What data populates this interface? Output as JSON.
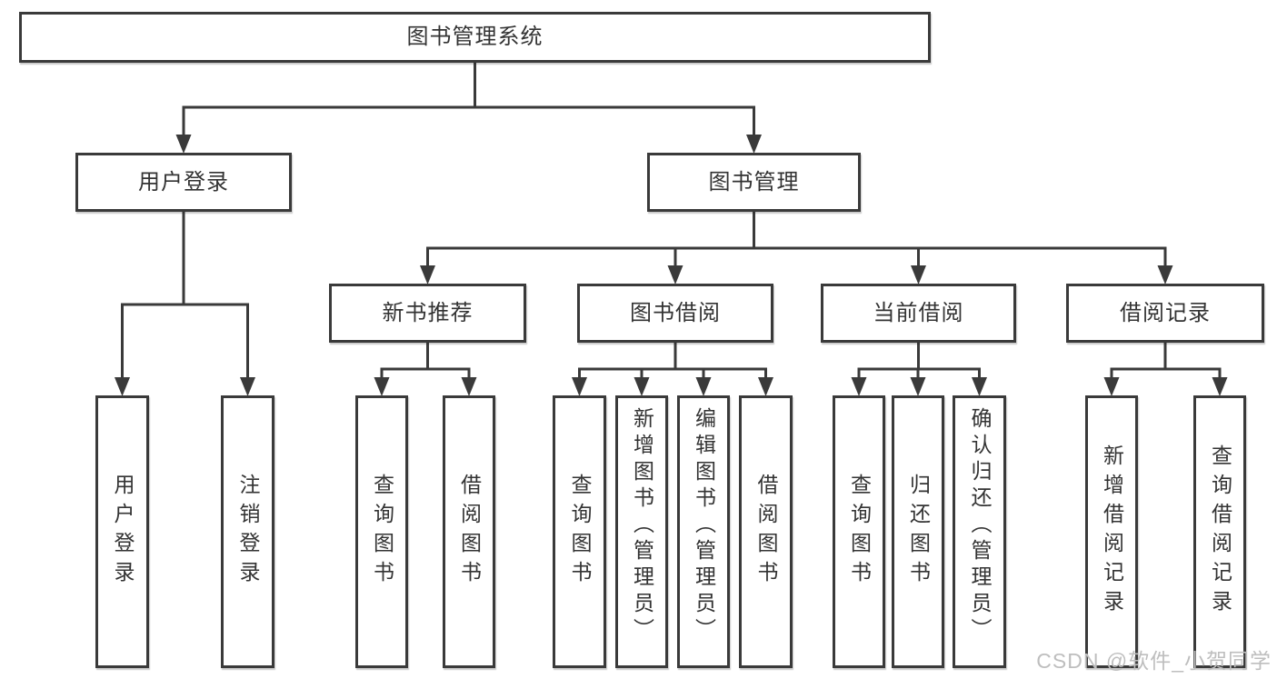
{
  "watermark": "CSDN @软件_小贺同学",
  "colors": {
    "line": "#3a3a3a",
    "box_border": "#3a3a3a",
    "box_fill": "#ffffff",
    "text": "#333333",
    "watermark": "#bebebe"
  },
  "diagram": {
    "type": "hierarchy-tree",
    "title": "图书管理系统",
    "nodes": [
      {
        "id": "root",
        "label": "图书管理系统"
      },
      {
        "id": "user-login",
        "label": "用户登录"
      },
      {
        "id": "book-mgmt",
        "label": "图书管理"
      },
      {
        "id": "new-book-rec",
        "label": "新书推荐"
      },
      {
        "id": "book-borrow",
        "label": "图书借阅"
      },
      {
        "id": "current-borrow",
        "label": "当前借阅"
      },
      {
        "id": "borrow-records",
        "label": "借阅记录"
      },
      {
        "id": "leaf-user-login",
        "label": "用户登录"
      },
      {
        "id": "leaf-logout",
        "label": "注销登录"
      },
      {
        "id": "leaf-query-book-1",
        "label": "查询图书"
      },
      {
        "id": "leaf-borrow-book-1",
        "label": "借阅图书"
      },
      {
        "id": "leaf-query-book-2",
        "label": "查询图书"
      },
      {
        "id": "leaf-add-book",
        "label": "新增图书（管理员）"
      },
      {
        "id": "leaf-edit-book",
        "label": "编辑图书（管理员）"
      },
      {
        "id": "leaf-borrow-book-2",
        "label": "借阅图书"
      },
      {
        "id": "leaf-query-book-3",
        "label": "查询图书"
      },
      {
        "id": "leaf-return-book",
        "label": "归还图书"
      },
      {
        "id": "leaf-confirm-return",
        "label": "确认归还（管理员）"
      },
      {
        "id": "leaf-add-borrow-record",
        "label": "新增借阅记录"
      },
      {
        "id": "leaf-query-borrow-record",
        "label": "查询借阅记录"
      }
    ],
    "tree": [
      {
        "parent": "root",
        "children": [
          "user-login",
          "book-mgmt"
        ]
      },
      {
        "parent": "user-login",
        "children": [
          "leaf-user-login",
          "leaf-logout"
        ]
      },
      {
        "parent": "book-mgmt",
        "children": [
          "new-book-rec",
          "book-borrow",
          "current-borrow",
          "borrow-records"
        ]
      },
      {
        "parent": "new-book-rec",
        "children": [
          "leaf-query-book-1",
          "leaf-borrow-book-1"
        ]
      },
      {
        "parent": "book-borrow",
        "children": [
          "leaf-query-book-2",
          "leaf-add-book",
          "leaf-edit-book",
          "leaf-borrow-book-2"
        ]
      },
      {
        "parent": "current-borrow",
        "children": [
          "leaf-query-book-3",
          "leaf-return-book",
          "leaf-confirm-return"
        ]
      },
      {
        "parent": "borrow-records",
        "children": [
          "leaf-add-borrow-record",
          "leaf-query-borrow-record"
        ]
      }
    ]
  }
}
